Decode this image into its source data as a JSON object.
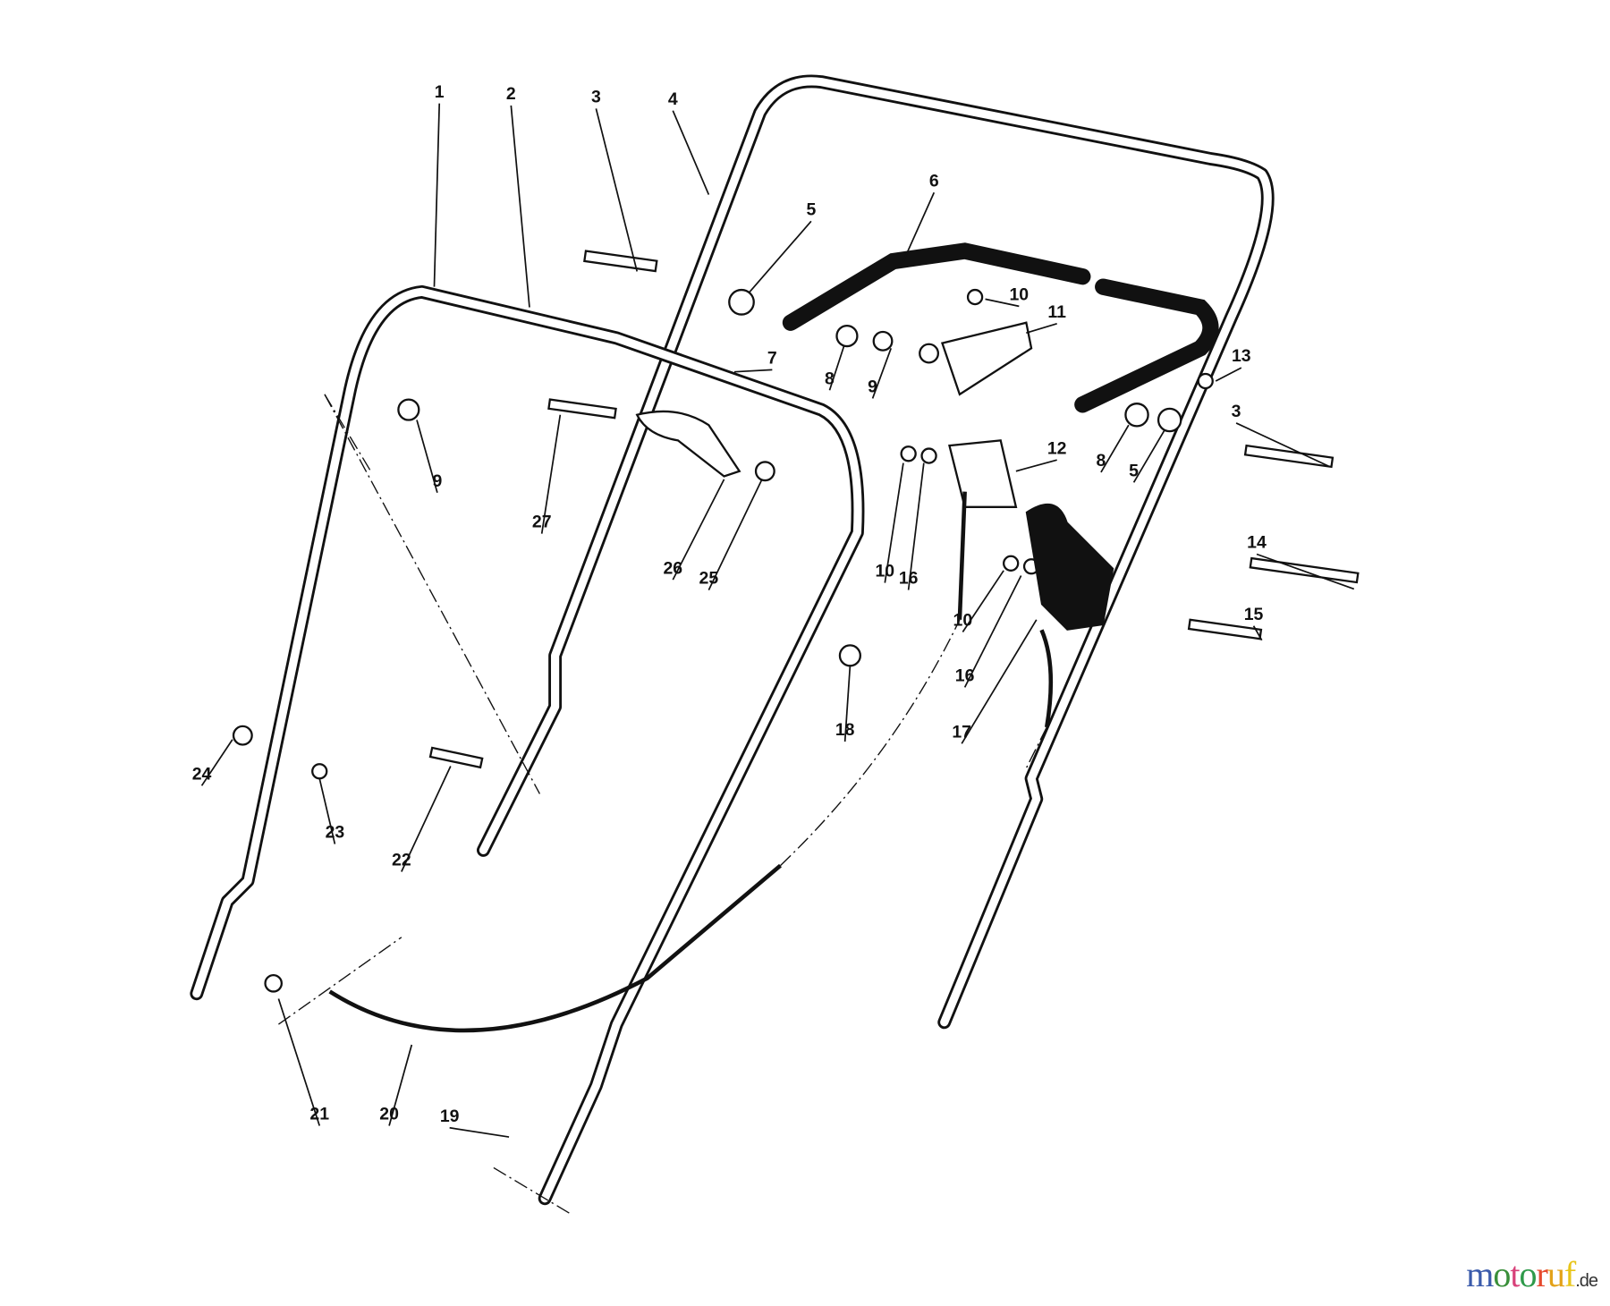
{
  "diagram": {
    "callouts": [
      "1",
      "2",
      "3",
      "4",
      "5",
      "6",
      "10",
      "11",
      "13",
      "3",
      "7",
      "8",
      "9",
      "9",
      "27",
      "26",
      "25",
      "12",
      "8",
      "5",
      "10",
      "16",
      "14",
      "15",
      "10",
      "16",
      "17",
      "18",
      "24",
      "23",
      "22",
      "21",
      "20",
      "19"
    ]
  },
  "watermark": {
    "text": "motoruf",
    "suffix": ".de",
    "colors": [
      "#3b5bab",
      "#3a8f3a",
      "#d8417a",
      "#2e9a4a",
      "#e64a2e",
      "#e3a21a",
      "#e8c51a"
    ]
  }
}
